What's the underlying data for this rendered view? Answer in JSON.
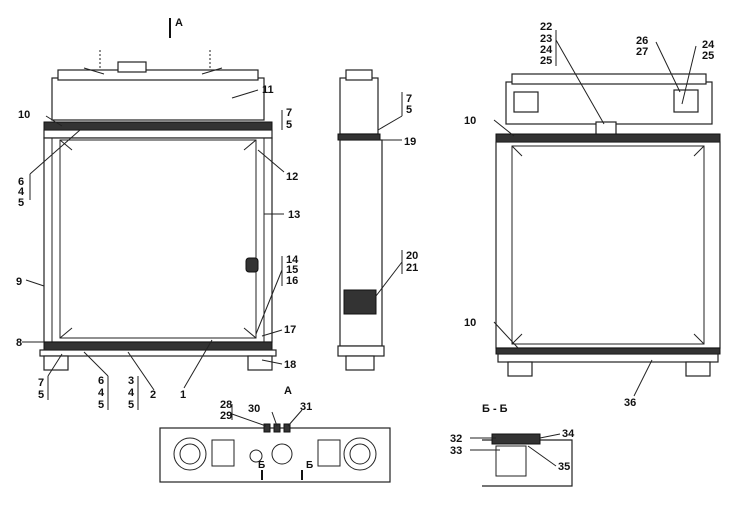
{
  "view_marker": "А",
  "section_a_title": "А",
  "section_b_title": "Б - Б",
  "section_b_marks": [
    "Б",
    "Б"
  ],
  "callouts": {
    "front": [
      {
        "id": "c11",
        "text": "11"
      },
      {
        "id": "c7a",
        "text": "7"
      },
      {
        "id": "c5a",
        "text": "5"
      },
      {
        "id": "c10a",
        "text": "10"
      },
      {
        "id": "c6a",
        "text": "6"
      },
      {
        "id": "c4a",
        "text": "4"
      },
      {
        "id": "c5b",
        "text": "5"
      },
      {
        "id": "c12",
        "text": "12"
      },
      {
        "id": "c13",
        "text": "13"
      },
      {
        "id": "c9",
        "text": "9"
      },
      {
        "id": "c14",
        "text": "14"
      },
      {
        "id": "c15",
        "text": "15"
      },
      {
        "id": "c16",
        "text": "16"
      },
      {
        "id": "c17",
        "text": "17"
      },
      {
        "id": "c8",
        "text": "8"
      },
      {
        "id": "c18",
        "text": "18"
      },
      {
        "id": "c7b",
        "text": "7"
      },
      {
        "id": "c5c",
        "text": "5"
      },
      {
        "id": "c6b",
        "text": "6"
      },
      {
        "id": "c4b",
        "text": "4"
      },
      {
        "id": "c5d",
        "text": "5"
      },
      {
        "id": "c3",
        "text": "3"
      },
      {
        "id": "c4c",
        "text": "4"
      },
      {
        "id": "c5e",
        "text": "5"
      },
      {
        "id": "c2",
        "text": "2"
      },
      {
        "id": "c1",
        "text": "1"
      }
    ],
    "side": [
      {
        "id": "s7",
        "text": "7"
      },
      {
        "id": "s5",
        "text": "5"
      },
      {
        "id": "s19",
        "text": "19"
      },
      {
        "id": "s20",
        "text": "20"
      },
      {
        "id": "s21",
        "text": "21"
      }
    ],
    "rear": [
      {
        "id": "r22",
        "text": "22"
      },
      {
        "id": "r23",
        "text": "23"
      },
      {
        "id": "r24a",
        "text": "24"
      },
      {
        "id": "r25a",
        "text": "25"
      },
      {
        "id": "r26",
        "text": "26"
      },
      {
        "id": "r27",
        "text": "27"
      },
      {
        "id": "r24b",
        "text": "24"
      },
      {
        "id": "r25b",
        "text": "25"
      },
      {
        "id": "r10a",
        "text": "10"
      },
      {
        "id": "r10b",
        "text": "10"
      },
      {
        "id": "r36",
        "text": "36"
      }
    ],
    "view_a": [
      {
        "id": "a28",
        "text": "28"
      },
      {
        "id": "a29",
        "text": "29"
      },
      {
        "id": "a30",
        "text": "30"
      },
      {
        "id": "a31",
        "text": "31"
      }
    ],
    "section_b": [
      {
        "id": "b32",
        "text": "32"
      },
      {
        "id": "b33",
        "text": "33"
      },
      {
        "id": "b34",
        "text": "34"
      },
      {
        "id": "b35",
        "text": "35"
      }
    ]
  }
}
